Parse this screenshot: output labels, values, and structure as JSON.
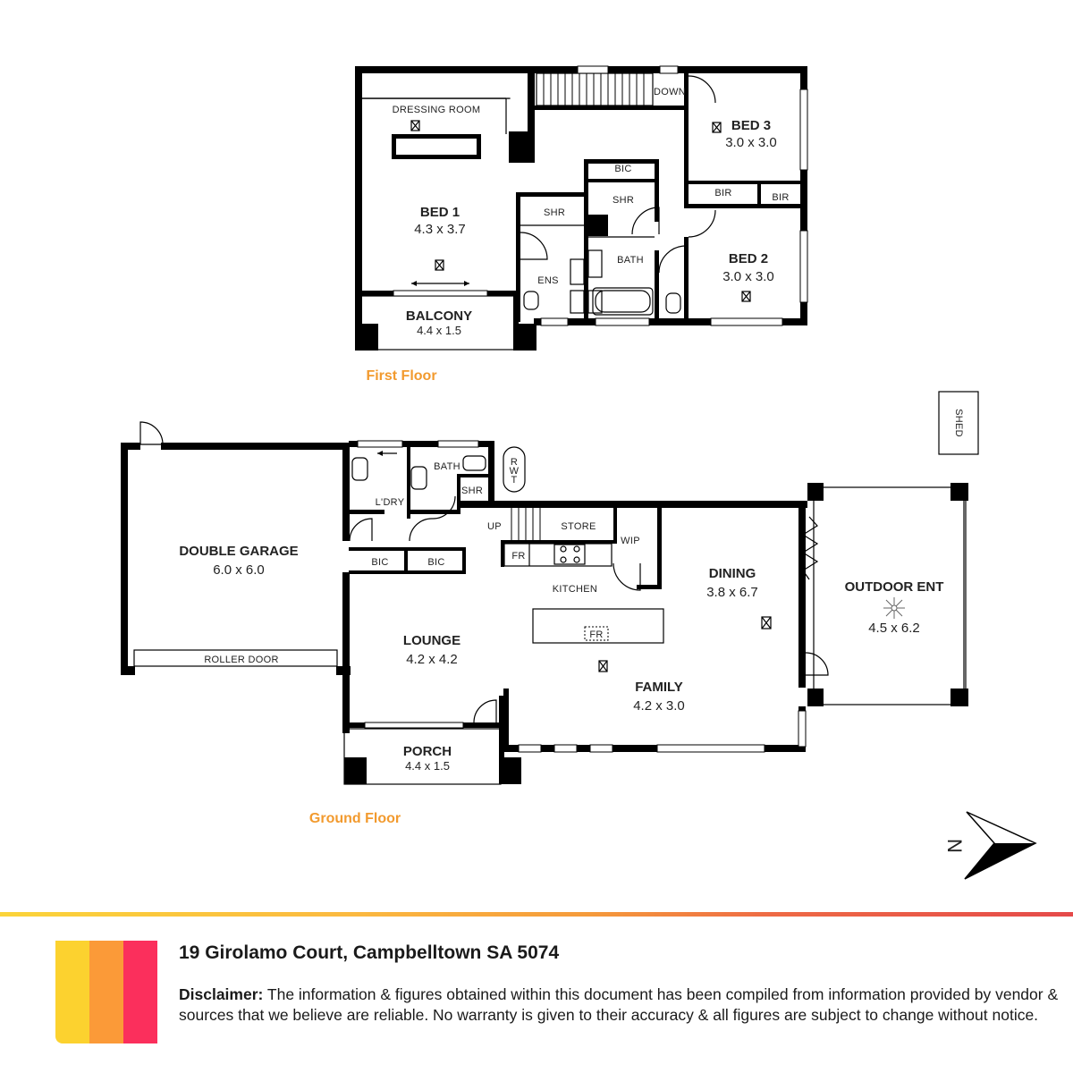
{
  "floors": {
    "first": "First Floor",
    "ground": "Ground Floor"
  },
  "first_floor": {
    "dressing_room": "DRESSING ROOM",
    "bed1": {
      "name": "BED 1",
      "dim": "4.3 x 3.7"
    },
    "balcony": {
      "name": "BALCONY",
      "dim": "4.4 x 1.5"
    },
    "shr1": "SHR",
    "ens": "ENS",
    "bic": "BIC",
    "shr2": "SHR",
    "bath": "BATH",
    "down": "DOWN",
    "bed3": {
      "name": "BED 3",
      "dim": "3.0 x 3.0"
    },
    "bir1": "BIR",
    "bir2": "BIR",
    "bed2": {
      "name": "BED 2",
      "dim": "3.0 x 3.0"
    }
  },
  "ground_floor": {
    "garage": {
      "name": "DOUBLE GARAGE",
      "dim": "6.0 x 6.0"
    },
    "roller_door": "ROLLER DOOR",
    "ldry": "L'DRY",
    "bath": "BATH",
    "shr": "SHR",
    "rwt": [
      "R",
      "W",
      "T"
    ],
    "bic1": "BIC",
    "bic2": "BIC",
    "up": "UP",
    "store": "STORE",
    "wip": "WIP",
    "fr1": "FR",
    "kitchen": "KITCHEN",
    "fr2": "FR",
    "lounge": {
      "name": "LOUNGE",
      "dim": "4.2 x 4.2"
    },
    "dining": {
      "name": "DINING",
      "dim": "3.8 x 6.7"
    },
    "family": {
      "name": "FAMILY",
      "dim": "4.2 x 3.0"
    },
    "outdoor": {
      "name": "OUTDOOR ENT",
      "dim": "4.5 x 6.2"
    },
    "porch": {
      "name": "PORCH",
      "dim": "4.4 x 1.5"
    },
    "shed": "SHED"
  },
  "compass": {
    "label": "N"
  },
  "footer": {
    "address": "19 Girolamo Court, Campbelltown SA 5074",
    "disclaimer_label": "Disclaimer:",
    "disclaimer_text": " The information & figures obtained within this document has been compiled from information provided by vendor & sources that we believe are reliable. No warranty is given to their accuracy & all figures are subject to change without notice.",
    "logo_colors": [
      "#fcd22f",
      "#fb9a38",
      "#fb2f5c"
    ],
    "accent_color": "#f29a2e"
  }
}
